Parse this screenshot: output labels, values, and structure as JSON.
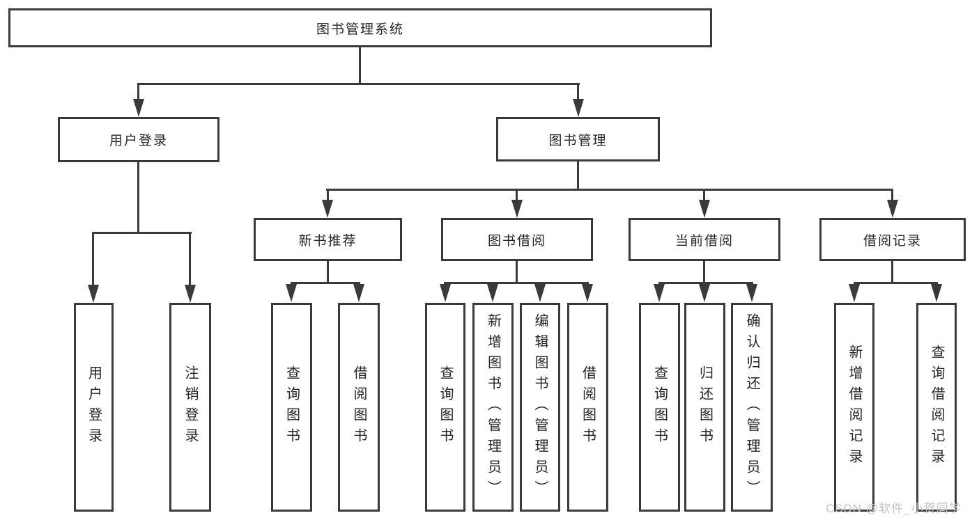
{
  "tree": {
    "label": "图书管理系统",
    "children": [
      {
        "label": "用户登录",
        "children": [
          {
            "label": "用户登录"
          },
          {
            "label": "注销登录"
          }
        ]
      },
      {
        "label": "图书管理",
        "children": [
          {
            "label": "新书推荐",
            "children": [
              {
                "label": "查询图书"
              },
              {
                "label": "借阅图书"
              }
            ]
          },
          {
            "label": "图书借阅",
            "children": [
              {
                "label": "查询图书"
              },
              {
                "label": "新增图书（管理员）"
              },
              {
                "label": "编辑图书（管理员）"
              },
              {
                "label": "借阅图书"
              }
            ]
          },
          {
            "label": "当前借阅",
            "children": [
              {
                "label": "查询图书"
              },
              {
                "label": "归还图书"
              },
              {
                "label": "确认归还（管理员）"
              }
            ]
          },
          {
            "label": "借阅记录",
            "children": [
              {
                "label": "新增借阅记录"
              },
              {
                "label": "查询借阅记录"
              }
            ]
          }
        ]
      }
    ]
  },
  "watermark": "CSDN @软件_小贺同学",
  "colors": {
    "line": "#3a3a3a",
    "text": "#262626",
    "watermark": "#c5c5c5"
  }
}
